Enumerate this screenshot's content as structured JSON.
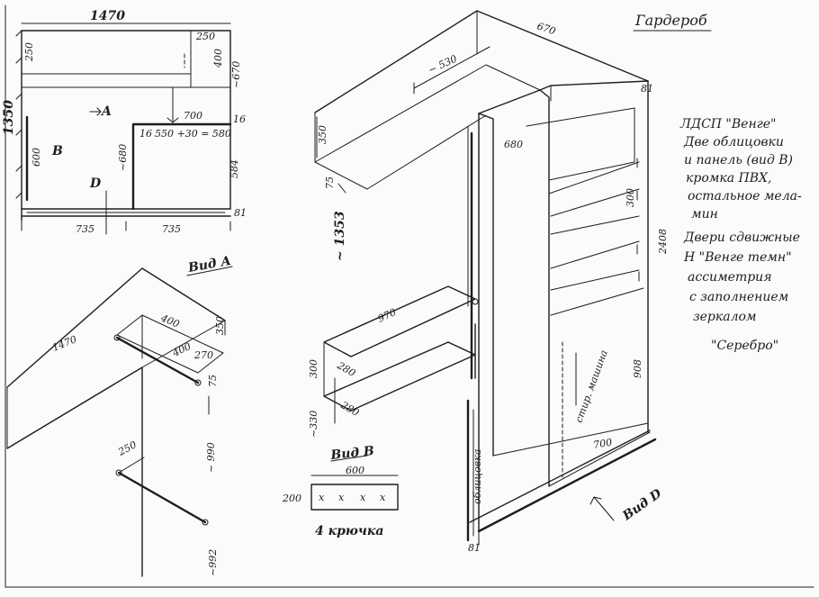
{
  "title": "Гардероб",
  "notes": [
    "ЛДСП \"Венге\"",
    "Две облицовки",
    "и панель (вид В)",
    "кромка ПВХ,",
    "остальное мела-",
    "мин",
    "Двери сдвижные",
    "Н \"Венге темн\"",
    "ассиметрия",
    "с заполнением",
    "зеркалом",
    "\"Серебро\""
  ],
  "plan": {
    "width_total": "1470",
    "height_total": "1350",
    "top_250": "250",
    "right_250": "250",
    "right_400": "400",
    "right_670": "~670",
    "arrow_a": "A",
    "label_b": "B",
    "label_d": "D",
    "dim_700": "700",
    "dim_550": "550 +30 = 580",
    "dim_680": "~680",
    "dim_16a": "16",
    "dim_16b": "16",
    "dim_600": "600",
    "dim_584": "584",
    "dim_81": "81",
    "bottom_left": "735",
    "bottom_right": "735"
  },
  "view_a": {
    "title": "Вид А",
    "dim_1470": "1470",
    "dim_400a": "400",
    "dim_350": "350",
    "dim_400b": "400",
    "dim_270": "270",
    "dim_75": "75",
    "dim_250": "250",
    "dim_990": "~ 990",
    "dim_992": "~992"
  },
  "iso": {
    "dim_530": "~ 530",
    "dim_670": "670",
    "dim_350": "350",
    "dim_75": "75",
    "dim_1353": "~ 1353",
    "dim_970": "970",
    "dim_280a": "280",
    "dim_280b": "280",
    "dim_300": "300",
    "dim_330": "~330",
    "dim_680": "680",
    "dim_81a": "81",
    "dim_81b": "81",
    "dim_300b": "300",
    "dim_2408": "2408",
    "dim_908": "908",
    "dim_700": "700",
    "label_machine": "стир. машина",
    "label_panel": "облицовка",
    "view_d": "Вид D"
  },
  "view_b": {
    "title": "Вид В",
    "dim_600": "600",
    "dim_200": "200",
    "hooks_label": "4 крючка",
    "hook_marks": [
      "x",
      "x",
      "x",
      "x"
    ]
  }
}
